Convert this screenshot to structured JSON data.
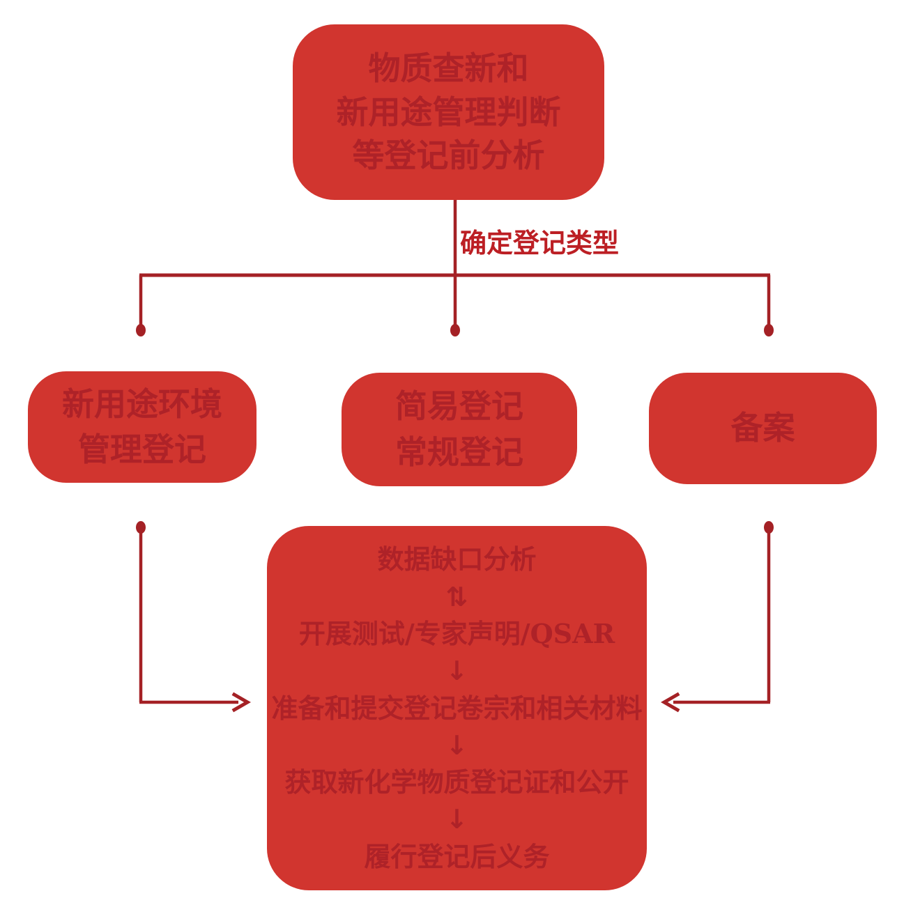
{
  "colors": {
    "box_fill": "#D1352F",
    "box_text": "#AE2228",
    "line": "#A42125",
    "label_text": "#BC1F24"
  },
  "top_box": {
    "lines": [
      "物质查新和",
      "新用途管理判断",
      "等登记前分析"
    ]
  },
  "branch_label": "确定登记类型",
  "branch_boxes": [
    {
      "lines": [
        "新用途环境",
        "管理登记"
      ]
    },
    {
      "lines": [
        "简易登记",
        "常规登记"
      ]
    },
    {
      "lines": [
        "备案"
      ]
    }
  ],
  "process_box": {
    "steps": [
      "数据缺口分析",
      "开展测试/专家声明/QSAR",
      "准备和提交登记卷宗和相关材料",
      "获取新化学物质登记证和公开",
      "履行登记后义务"
    ],
    "updown_arrow": "⇅",
    "down_arrow": "↓"
  }
}
